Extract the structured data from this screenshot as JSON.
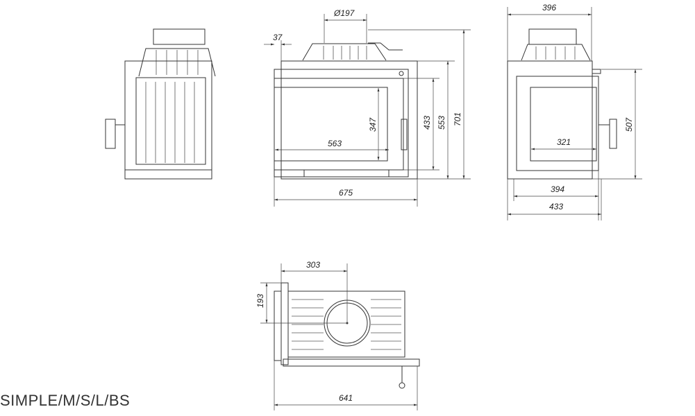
{
  "model_label": "SIMPLE/M/S/L/BS",
  "front_view": {
    "flue_diameter": "Ø197",
    "offset_top": "37",
    "total_height": "701",
    "body_height": "553",
    "door_height": "433",
    "glass_height": "347",
    "glass_width": "563",
    "total_width": "675"
  },
  "side_view": {
    "top_depth": "396",
    "height": "507",
    "glass_depth": "321",
    "inner_depth": "394",
    "total_depth": "433"
  },
  "top_view": {
    "flue_offset_x": "303",
    "flue_offset_y": "193",
    "width": "641"
  }
}
